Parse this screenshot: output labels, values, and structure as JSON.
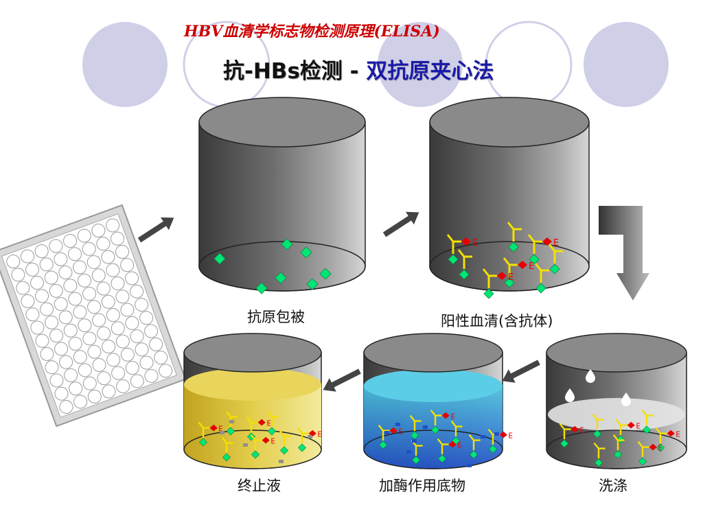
{
  "header": {
    "subtitle": "HBV血清学标志物检测原理(ELISA)",
    "title_part1": "抗-HBs检测 - ",
    "title_part2": "双抗原夹心法"
  },
  "steps": {
    "coating": "抗原包被",
    "positive_serum": "阳性血清(含抗体)",
    "washing": "洗涤",
    "enzyme_substrate": "加酶作用底物",
    "stop_solution": "终止液"
  },
  "labels": {
    "enzyme_mark": "E"
  },
  "colors": {
    "background": "#ffffff",
    "circle": "#cfcfe8",
    "subtitle": "#cc0000",
    "title_highlight": "#1a1aa8",
    "antigen": "#00e676",
    "antibody": "#f5e000",
    "enzyme": "#e60000",
    "substrate_blue": "#1e4fc8",
    "liquid_blue": "#3db8d8",
    "liquid_yellow": "#e8d24a"
  },
  "icons": [
    "microplate-icon",
    "arrow-icon",
    "water-drop-icon",
    "antigen-icon",
    "antibody-icon",
    "enzyme-icon"
  ]
}
